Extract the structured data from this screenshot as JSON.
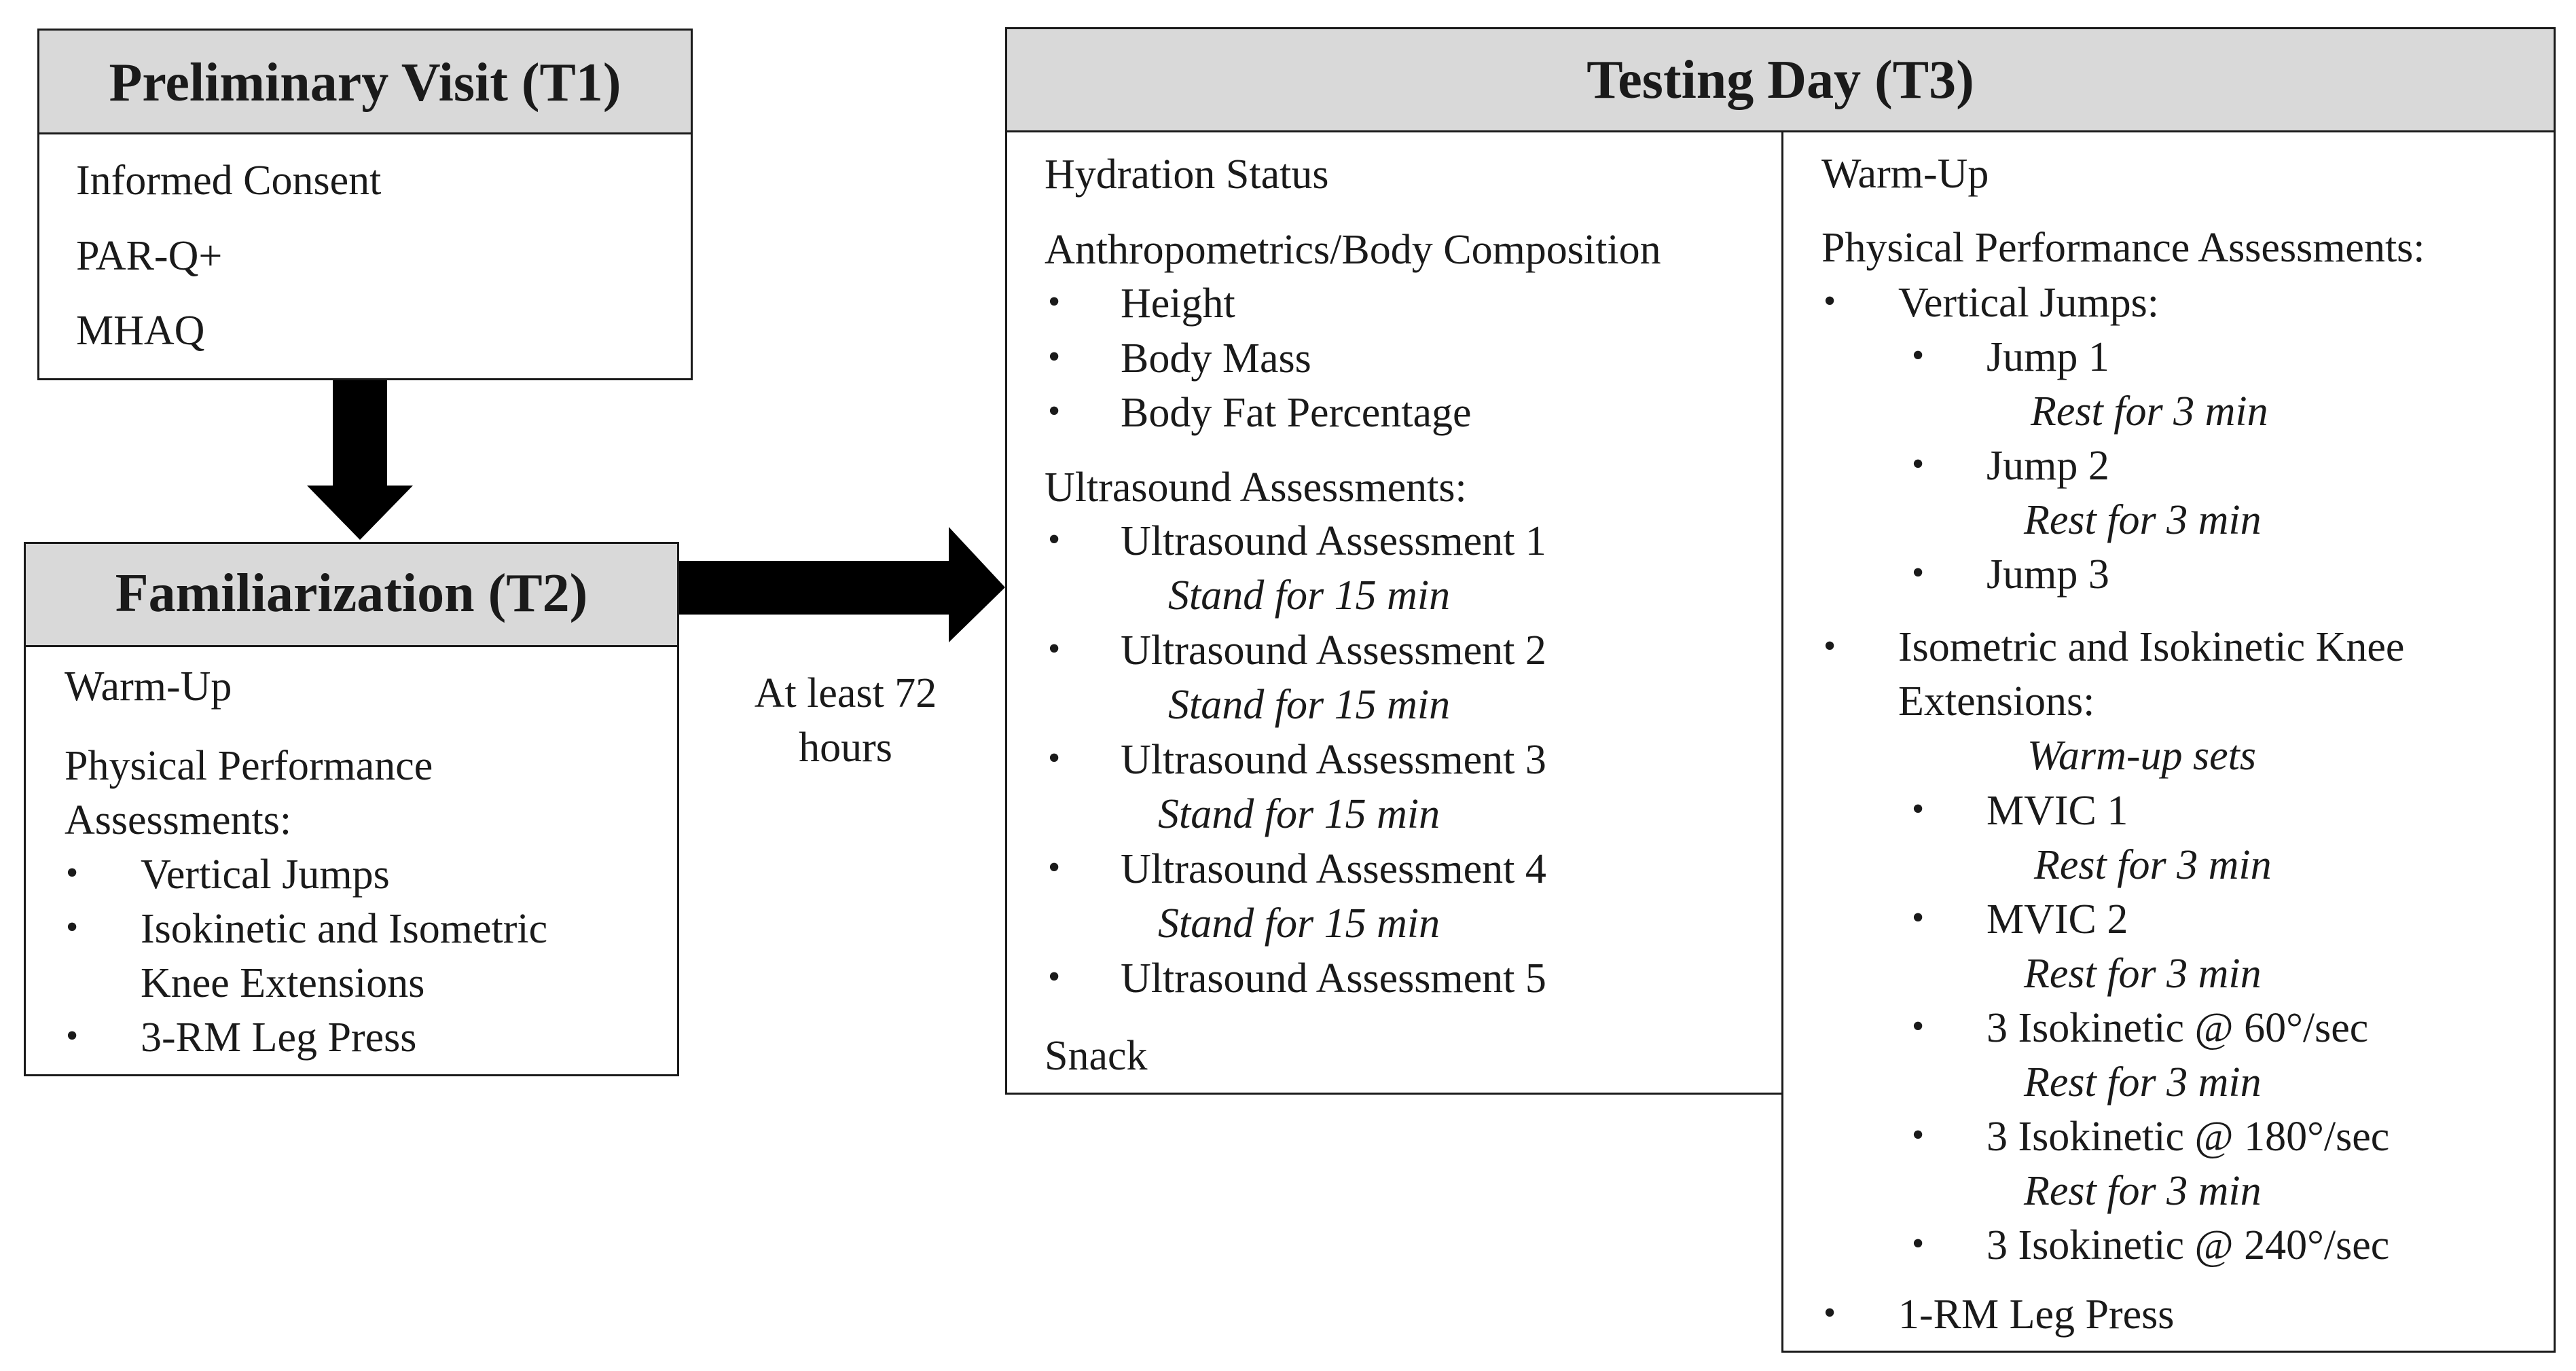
{
  "t1": {
    "title": "Preliminary  Visit  (T1)",
    "items": [
      "Informed Consent",
      "PAR-Q+",
      "MHAQ"
    ]
  },
  "t2": {
    "title": "Familiarization  (T2)",
    "warmup": "Warm-Up",
    "perf_line1": "Physical Performance",
    "perf_line2": "Assessments:",
    "bullets": [
      "Vertical Jumps",
      "Isokinetic and Isometric",
      "Knee Extensions",
      "3-RM Leg Press"
    ]
  },
  "gap_label_line1": "At least 72",
  "gap_label_line2": "hours",
  "t3": {
    "title": "Testing Day (T3)",
    "left": {
      "hydration": "Hydration Status",
      "anthro": "Anthropometrics/Body Composition",
      "anthro_items": [
        "Height",
        "Body Mass",
        "Body Fat Percentage"
      ],
      "us": "Ultrasound Assessments:",
      "us_items": [
        "Ultrasound Assessment 1",
        "Ultrasound Assessment 2",
        "Ultrasound Assessment 3",
        "Ultrasound Assessment 4",
        "Ultrasound Assessment 5"
      ],
      "stand": [
        "Stand for 15 min",
        "Stand for 15 min",
        "Stand for 15 min",
        "Stand for 15 min"
      ],
      "snack": "Snack"
    },
    "right": {
      "warmup": "Warm-Up",
      "perf": "Physical Performance Assessments:",
      "vj": "Vertical Jumps:",
      "jumps": [
        "Jump 1",
        "Jump 2",
        "Jump 3"
      ],
      "rest": [
        "Rest for 3 min",
        "Rest for 3 min",
        "Rest for 3 min",
        "Rest for 3 min",
        "Rest for 3 min",
        "Rest for 3 min"
      ],
      "knee_line1": "Isometric and Isokinetic Knee",
      "knee_line2": "Extensions:",
      "warmup_sets": "Warm-up sets",
      "knee_items": [
        "MVIC  1",
        "MVIC  2",
        "3 Isokinetic @ 60°/sec",
        "3 Isokinetic @ 180°/sec",
        "3 Isokinetic @ 240°/sec"
      ],
      "leg_press": "1-RM Leg Press"
    }
  }
}
